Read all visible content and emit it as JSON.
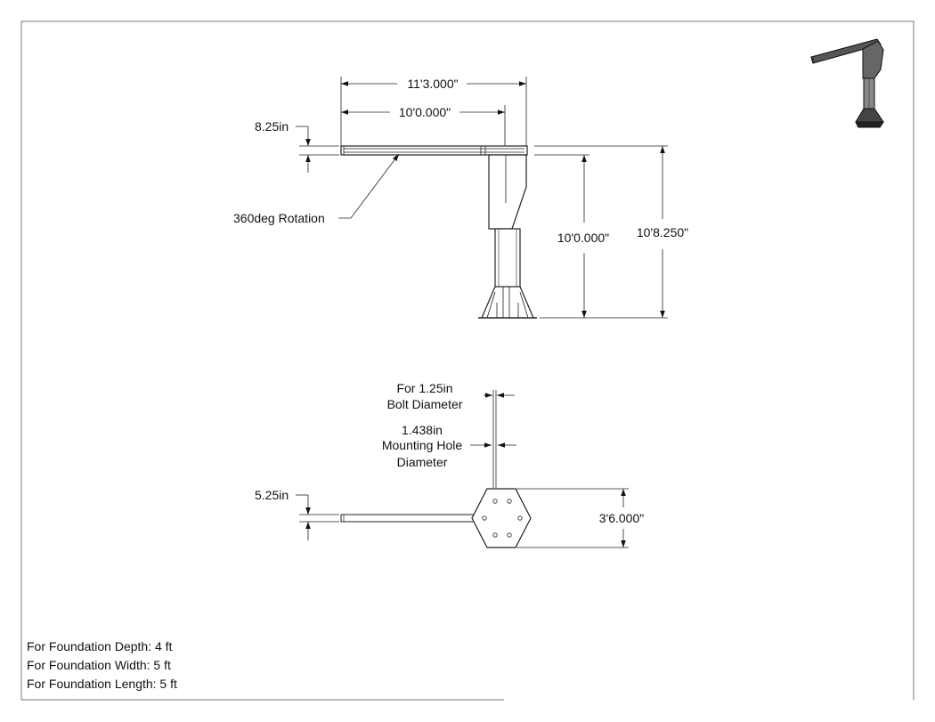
{
  "side_view": {
    "overall_span": "11'3.000\"",
    "boom_reach": "10'0.000\"",
    "boom_height": "8.25in",
    "rotation_note": "360deg Rotation",
    "height_under_boom": "10'0.000\"",
    "overall_height": "10'8.250\""
  },
  "top_view": {
    "bolt_note_line1": "For 1.25in",
    "bolt_note_line2": "Bolt Diameter",
    "hole_note_line1": "1.438in",
    "hole_note_line2": "Mounting Hole",
    "hole_note_line3": "Diameter",
    "boom_width": "5.25in",
    "base_width": "3'6.000\""
  },
  "foundation": [
    "For Foundation Depth:  4 ft",
    "For Foundation Width:  5 ft",
    "For Foundation Length: 5 ft"
  ]
}
